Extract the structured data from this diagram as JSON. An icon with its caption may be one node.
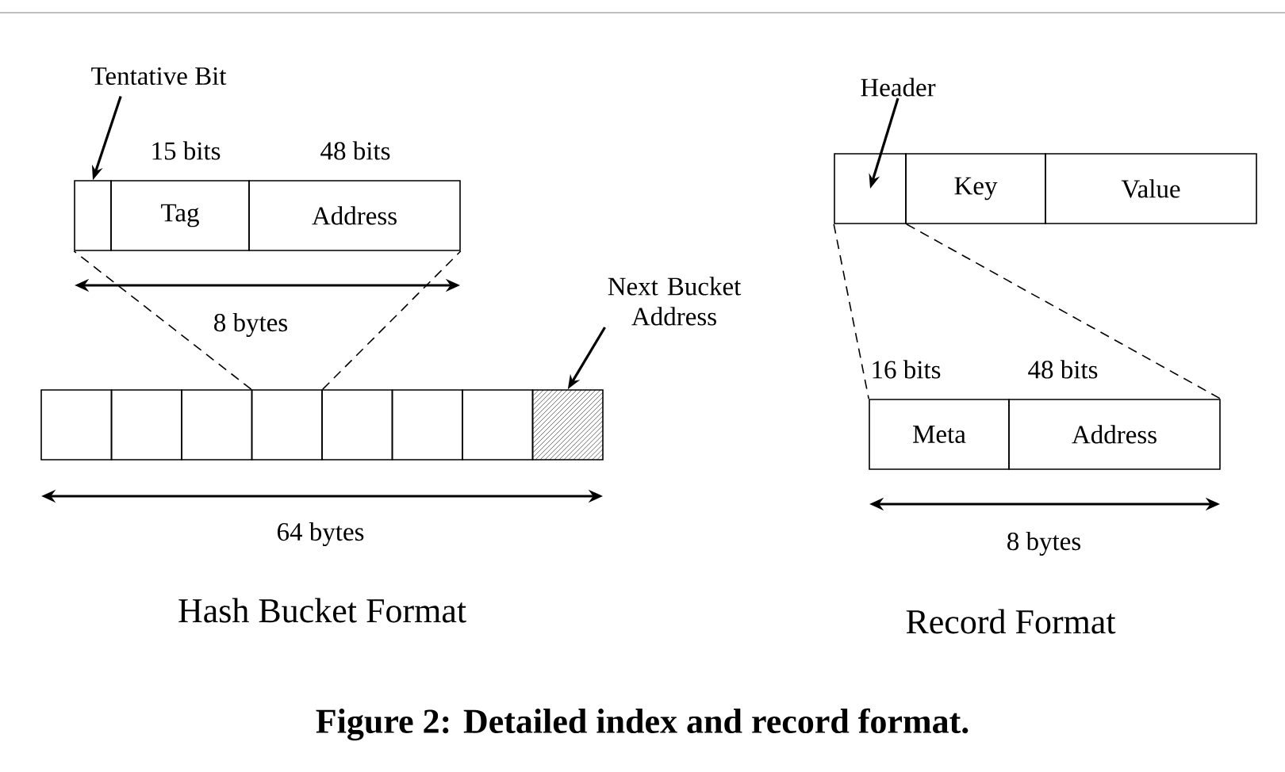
{
  "diagram": {
    "caption": "Figure 2: Detailed index and record format.",
    "nodes": [
      {
        "text": [],
        "shape": "box"
      },
      {
        "text": [
          "Tag"
        ]
      },
      {
        "text": [
          "Address"
        ]
      },
      {
        "text": [],
        "shape": "box"
      },
      {
        "text": [],
        "shape": "box"
      },
      {
        "text": [],
        "shape": "box"
      },
      {
        "text": [],
        "shape": "box"
      },
      {
        "text": [],
        "shape": "box"
      },
      {
        "text": [],
        "shape": "box"
      },
      {
        "text": [],
        "shape": "box"
      },
      {
        "text": [],
        "shape": "box"
      },
      {
        "text": [
          "Tentative Bit"
        ]
      },
      {
        "text": [
          "Next Bucket Address"
        ]
      },
      {
        "text": [],
        "shape": "box"
      },
      {
        "text": [
          "Key"
        ]
      },
      {
        "text": [
          "Value"
        ]
      },
      {
        "text": [
          "Header"
        ]
      },
      {
        "text": [
          "Meta"
        ]
      },
      {
        "text": [
          "Address"
        ]
      }
    ],
    "edges": [
      {
        "from": 11,
        "to": 0,
        "arrow": "to"
      },
      {
        "from": 12,
        "to": 10,
        "arrow": "to"
      },
      {
        "from": 16,
        "to": 13,
        "arrow": "to"
      },
      {
        "from": 6,
        "to": 0,
        "arrow": "none",
        "style": "dashed"
      },
      {
        "from": 6,
        "to": 2,
        "arrow": "none",
        "style": "dashed"
      },
      {
        "from": 13,
        "to": 17,
        "arrow": "none",
        "style": "dashed"
      },
      {
        "from": 13,
        "to": 18,
        "arrow": "none",
        "style": "dashed"
      }
    ],
    "labels": [
      "15 bits",
      "48 bits",
      "8 bytes",
      "64 bytes",
      "Hash Bucket Format",
      "16 bits",
      "48 bits",
      "8 bytes",
      "Record Format"
    ]
  }
}
